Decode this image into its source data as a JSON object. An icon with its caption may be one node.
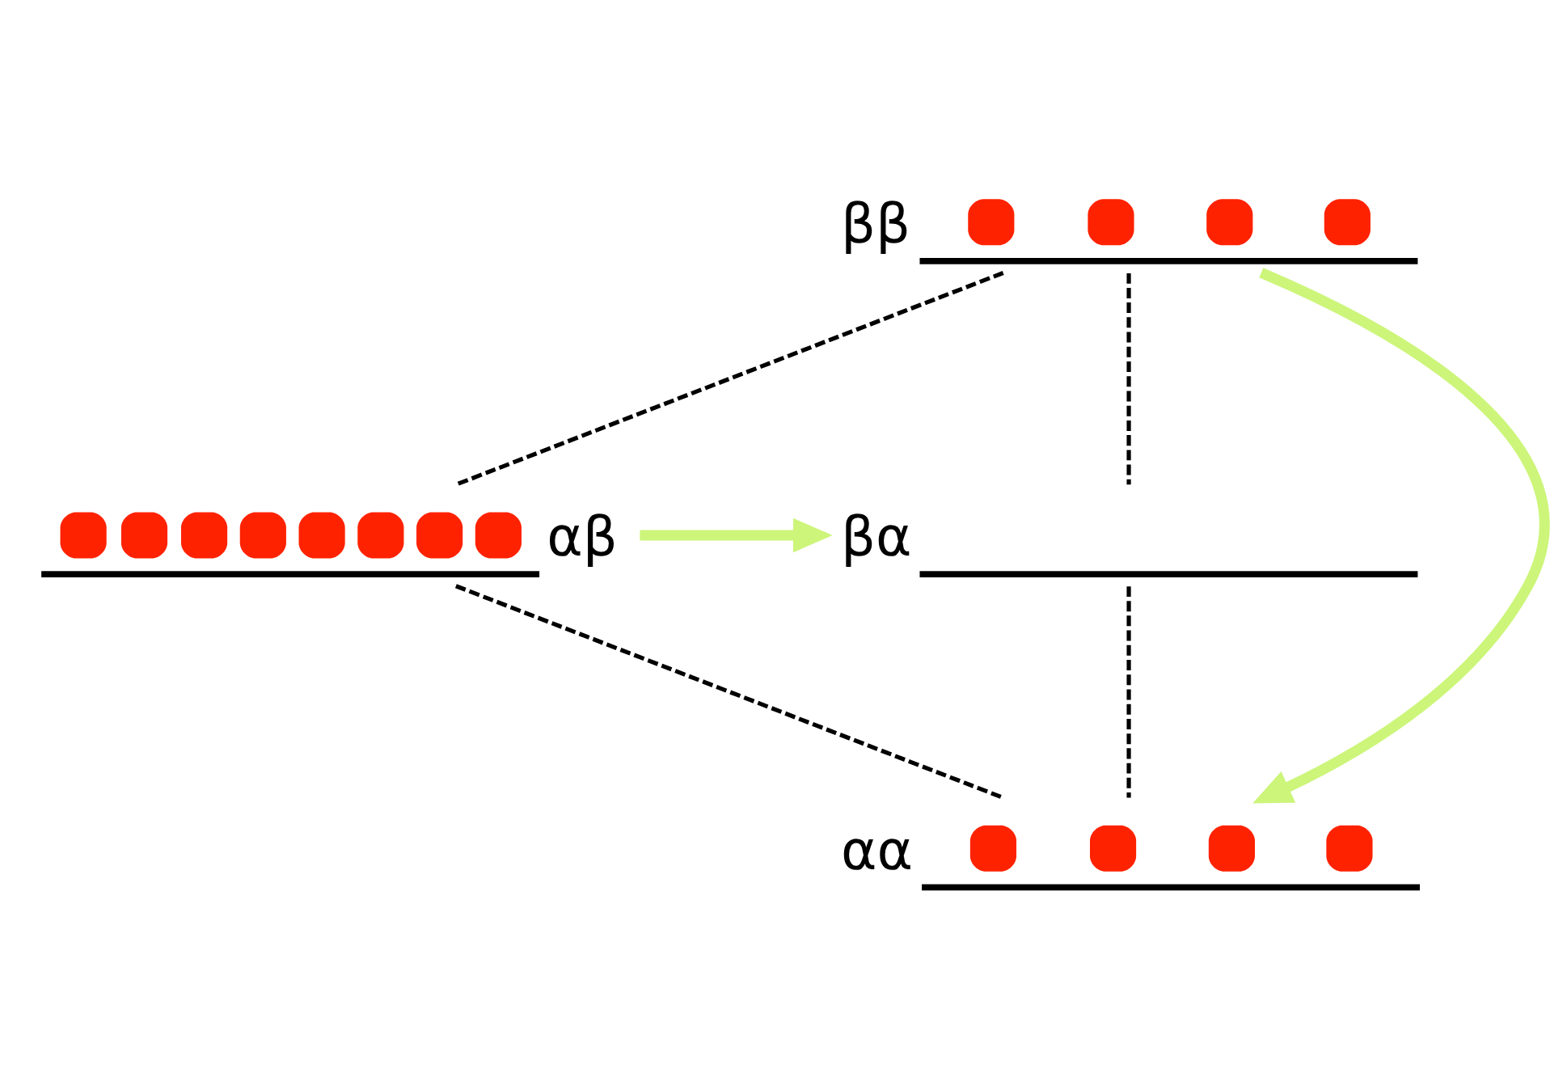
{
  "diagram": {
    "nodes": [
      {
        "text": [
          "ββ"
        ]
      },
      {
        "text": [
          "βα"
        ]
      },
      {
        "text": [
          "αβ"
        ]
      },
      {
        "text": [
          "αα"
        ]
      }
    ],
    "edges": [
      {
        "from": 0,
        "to": 1,
        "arrow": "none",
        "style": "dashed"
      },
      {
        "from": 0,
        "to": 2,
        "arrow": "none",
        "style": "dashed"
      },
      {
        "from": 1,
        "to": 3,
        "arrow": "none",
        "style": "dashed"
      },
      {
        "from": 2,
        "to": 3,
        "arrow": "none",
        "style": "dashed"
      },
      {
        "from": 0,
        "to": 3,
        "arrow": "to",
        "style": "thick",
        "color": "#ccf57a"
      },
      {
        "from": 2,
        "to": 1,
        "arrow": "to",
        "style": "thick",
        "color": "#ccf57a"
      }
    ]
  }
}
